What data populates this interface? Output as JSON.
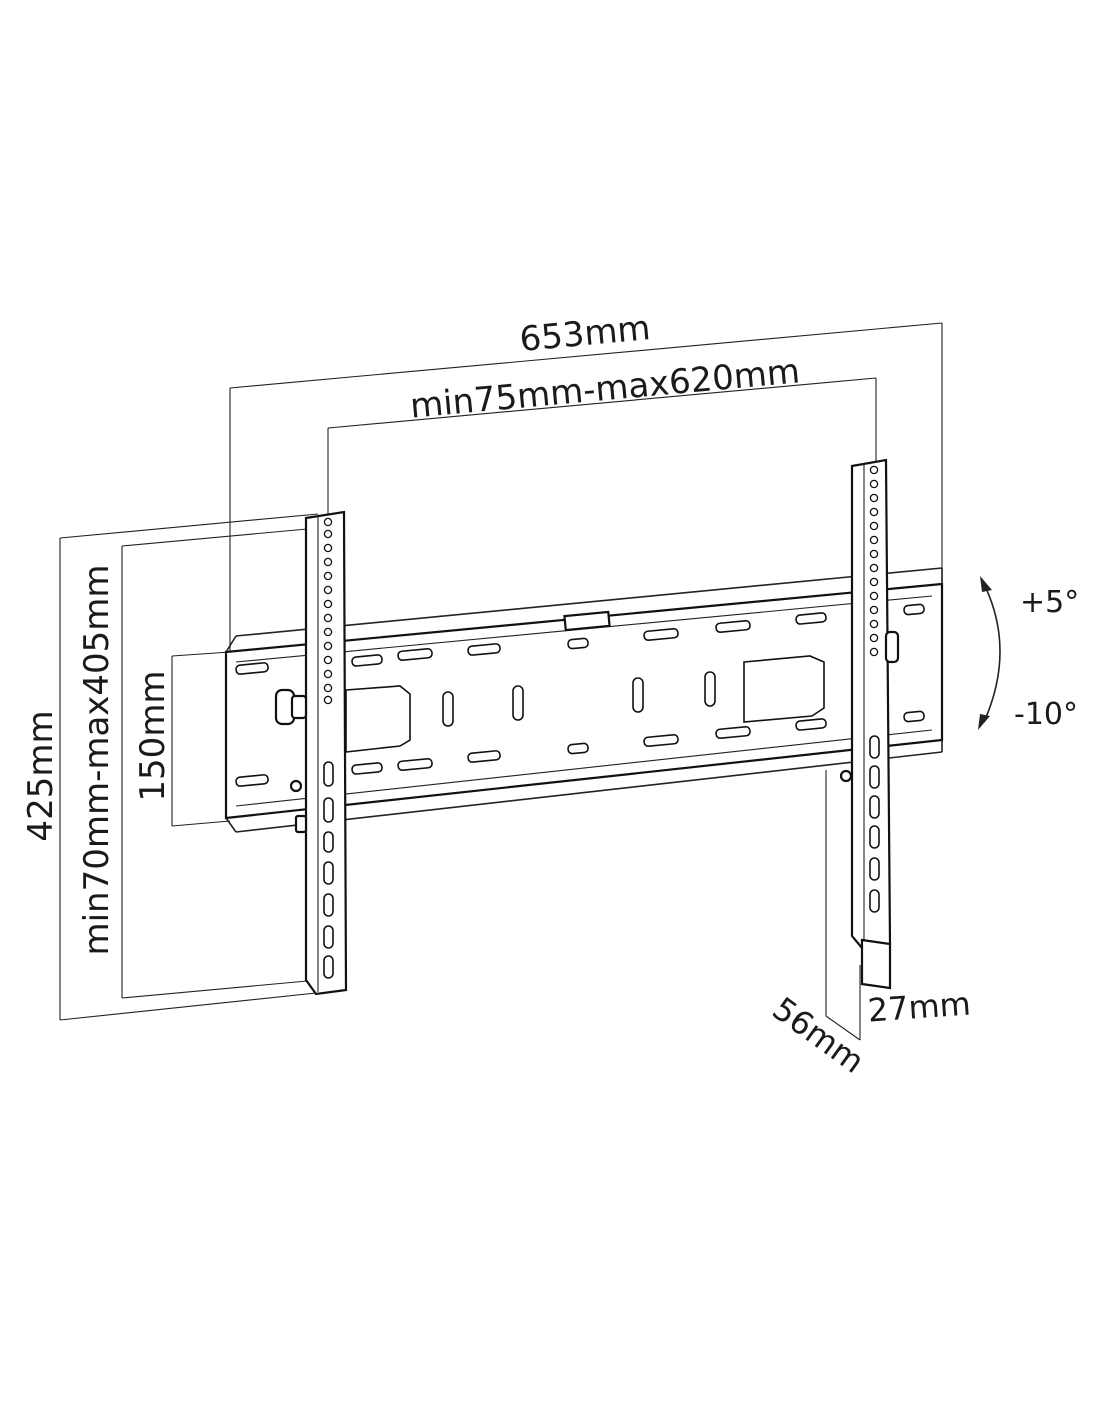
{
  "dimensions": {
    "overall_width": "653mm",
    "vesa_horizontal": "min75mm-max620mm",
    "overall_height": "425mm",
    "vesa_vertical": "min70mm-max405mm",
    "wall_plate_height": "150mm",
    "depth_max": "56mm",
    "depth_min": "27mm"
  },
  "tilt": {
    "up": "+5°",
    "down": "-10°"
  }
}
